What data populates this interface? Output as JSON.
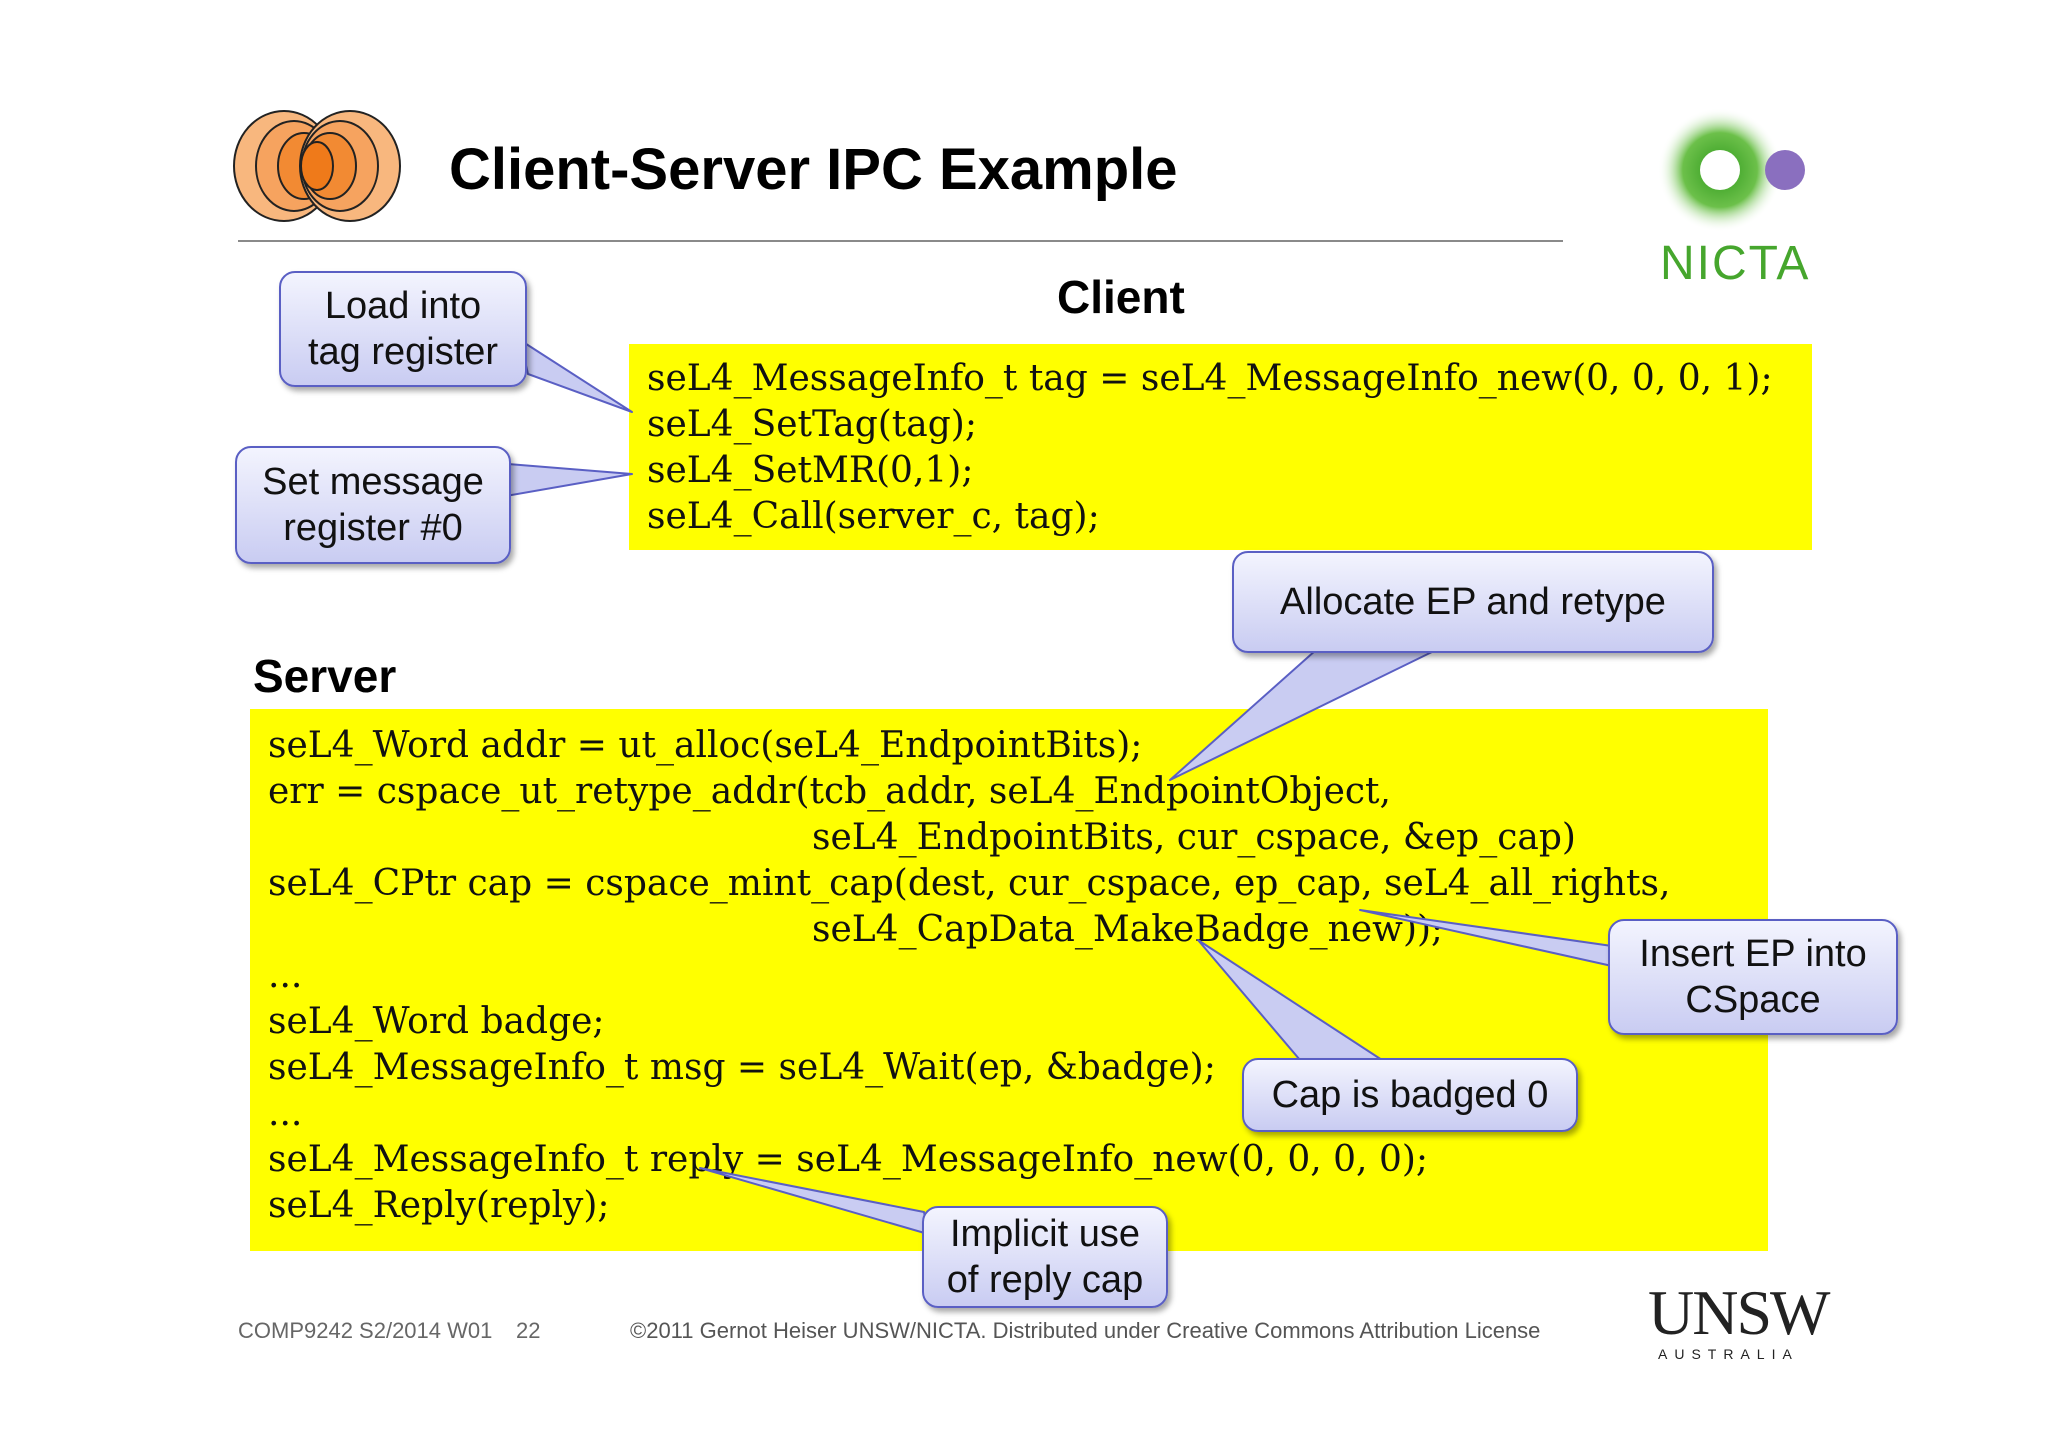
{
  "slide": {
    "title": "Client-Server IPC Example",
    "client_heading": "Client",
    "server_heading": "Server"
  },
  "client_code": [
    "seL4_MessageInfo_t tag = seL4_MessageInfo_new(0, 0, 0, 1);",
    "seL4_SetTag(tag);",
    "seL4_SetMR(0,1);",
    "seL4_Call(server_c, tag);"
  ],
  "server_code": [
    "seL4_Word addr = ut_alloc(seL4_EndpointBits);",
    "err = cspace_ut_retype_addr(tcb_addr, seL4_EndpointObject,",
    "seL4_EndpointBits, cur_cspace, &ep_cap)",
    "seL4_CPtr cap = cspace_mint_cap(dest, cur_cspace, ep_cap, seL4_all_rights,",
    "seL4_CapData_MakeBadge_new));",
    "...",
    "seL4_Word badge;",
    "seL4_MessageInfo_t msg = seL4_Wait(ep, &badge);",
    "...",
    "seL4_MessageInfo_t reply = seL4_MessageInfo_new(0, 0, 0, 0);",
    "seL4_Reply(reply);"
  ],
  "callouts": {
    "load_tag": [
      "Load into",
      "tag register"
    ],
    "set_mr": [
      "Set message",
      "register #0"
    ],
    "allocate_ep": [
      "Allocate EP and retype"
    ],
    "insert_ep": [
      "Insert EP into",
      "CSpace"
    ],
    "cap_badged": [
      "Cap is badged 0"
    ],
    "implicit_reply": [
      "Implicit use",
      "of reply cap"
    ]
  },
  "footer": {
    "course": "COMP9242 S2/2014 W01",
    "page": "22",
    "copyright": "©2011 Gernot Heiser UNSW/NICTA. Distributed under Creative Commons Attribution License"
  },
  "logos": {
    "nicta_text": "NICTA",
    "unsw_word": "UNSW",
    "unsw_sub": "AUSTRALIA"
  },
  "colors": {
    "code_background": "#ffff00",
    "callout_border": "#5a5fc4",
    "nicta_green": "#46a62d",
    "nicta_purple": "#8a6fbf"
  }
}
